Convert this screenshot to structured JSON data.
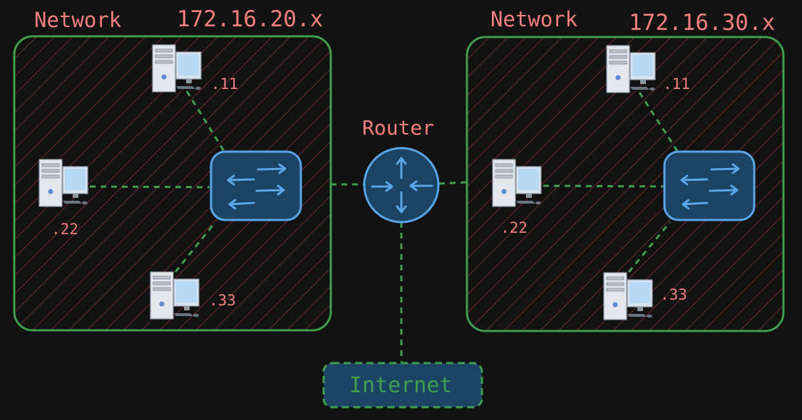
{
  "networks": [
    {
      "title": "Network",
      "subnet": "172.16.20.x",
      "hosts": [
        ".11",
        ".22",
        ".33"
      ]
    },
    {
      "title": "Network",
      "subnet": "172.16.30.x",
      "hosts": [
        ".11",
        ".22",
        ".33"
      ]
    }
  ],
  "router": {
    "label": "Router"
  },
  "internet": {
    "label": "Internet"
  },
  "colors": {
    "background": "#121212",
    "zone_border": "#3f9f4f",
    "hatch": "#6e2a2a",
    "link": "#3f9f4f",
    "label": "#f47f7f",
    "device_fill": "#1b4464",
    "device_stroke": "#5aa6e8"
  },
  "icons": {
    "host": "desktop-computer-icon",
    "switch": "network-switch-icon",
    "router": "router-icon"
  }
}
